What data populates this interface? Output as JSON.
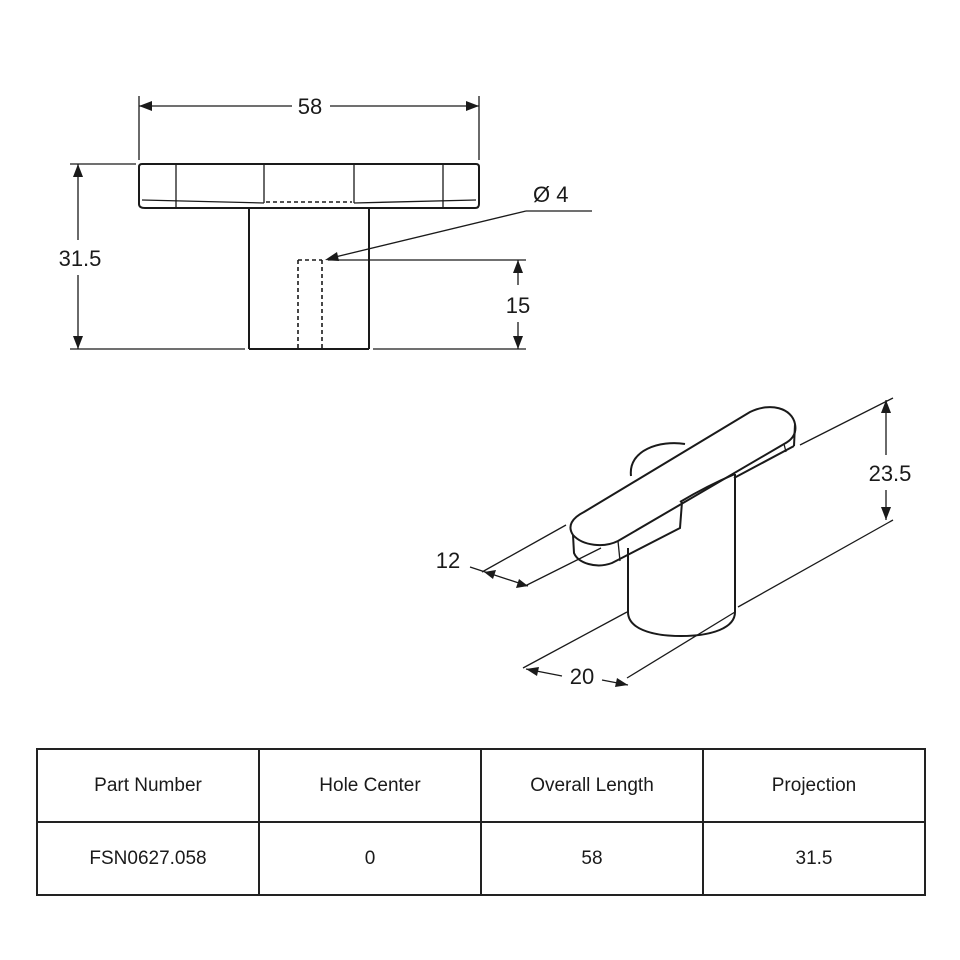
{
  "dimensions": {
    "front_width": "58",
    "front_height": "31.5",
    "hole_diameter": "Ø 4",
    "hole_depth": "15",
    "iso_height": "23.5",
    "iso_bar_width": "12",
    "iso_base_width": "20"
  },
  "table": {
    "headers": [
      "Part Number",
      "Hole Center",
      "Overall Length",
      "Projection"
    ],
    "rows": [
      [
        "FSN0627.058",
        "0",
        "58",
        "31.5"
      ]
    ]
  }
}
